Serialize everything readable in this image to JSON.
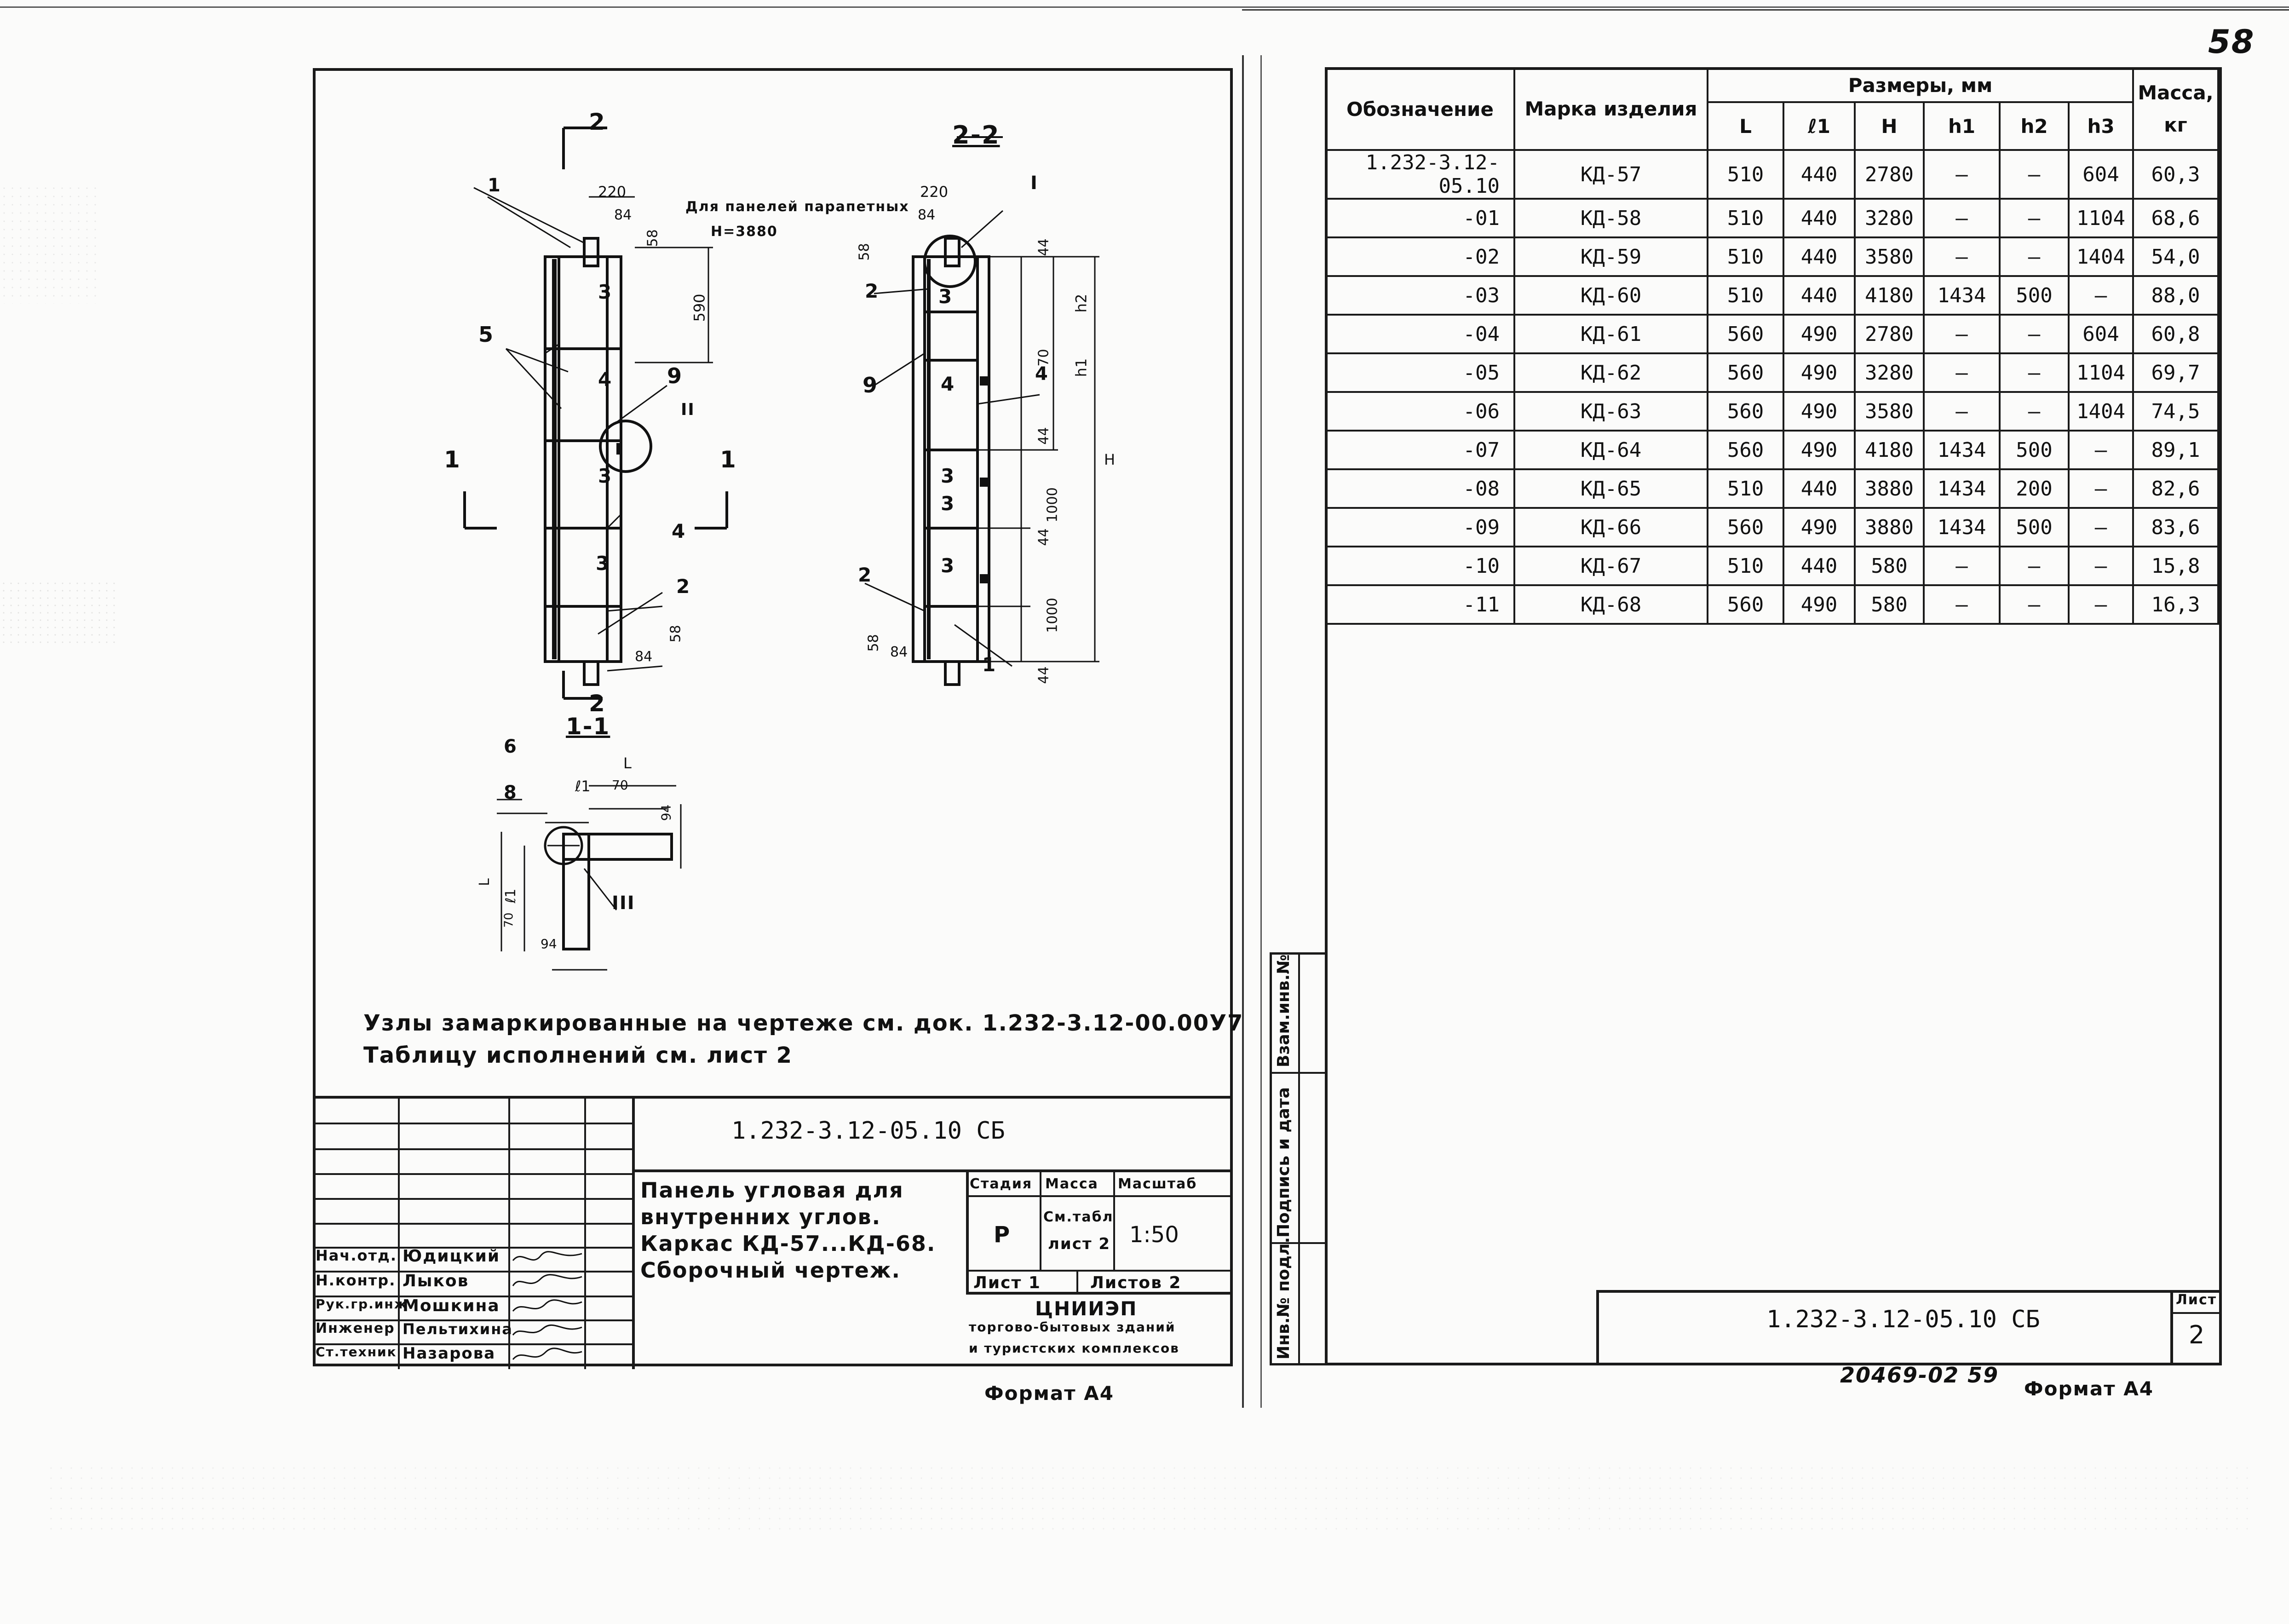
{
  "page_number_handwritten": "58",
  "left_sheet": {
    "section_markers": {
      "sec_2_top": "2",
      "sec_2_bottom": "2",
      "sec_1_left": "1",
      "sec_1_right": "1",
      "view_2_2": "2-2",
      "view_1_1": "1-1"
    },
    "note_parapet": "Для панелей парапетных",
    "note_h": "Н=3880",
    "dims_front": [
      "220",
      "84",
      "58",
      "590",
      "84",
      "58"
    ],
    "dims_side": [
      "220",
      "84",
      "58",
      "44",
      "h2",
      "70",
      "h1",
      "44",
      "1000",
      "44",
      "1000",
      "44",
      "58",
      "84",
      "Н"
    ],
    "dims_section": [
      "L",
      "ℓ1",
      "70",
      "94",
      "L",
      "ℓ1",
      "70",
      "94"
    ],
    "callouts_front": [
      "1",
      "5",
      "3",
      "4",
      "9",
      "II",
      "3",
      "4",
      "3",
      "2"
    ],
    "callouts_side": [
      "I",
      "2",
      "3",
      "9",
      "4",
      "4",
      "3",
      "3",
      "3",
      "2",
      "1"
    ],
    "callouts_section": [
      "6",
      "8",
      "III"
    ],
    "notes_line1": "Узлы замаркированные на чертеже см. док. 1.232-3.12-00.00У7",
    "notes_line2": "Таблицу исполнений см. лист 2",
    "title_block": {
      "doc_code": "1.232-3.12-05.10 СБ",
      "title_lines": [
        "Панель угловая для",
        "внутренних углов.",
        "Каркас КД-57...КД-68.",
        "Сборочный чертеж."
      ],
      "stage_label": "Стадия",
      "mass_label": "Масса",
      "scale_label": "Масштаб",
      "stage_value": "Р",
      "mass_value_1": "См.табл",
      "mass_value_2": "лист 2",
      "scale_value": "1:50",
      "sheet_label": "Лист 1",
      "sheets_label": "Листов 2",
      "org_1": "ЦНИИЭП",
      "org_2": "торгово-бытовых зданий",
      "org_3": "и туристских комплексов",
      "roles": [
        "Нач.отд.",
        "Н.контр.",
        "Рук.гр.инж",
        "Инженер",
        "Ст.техник"
      ],
      "names": [
        "Юдицкий",
        "Лыков",
        "Мошкина",
        "Пельтихина",
        "Назарова"
      ]
    },
    "format_label": "Формат А4"
  },
  "right_sheet": {
    "table": {
      "header_designation": "Обозначение",
      "header_mark": "Марка изделия",
      "header_dims": "Размеры, мм",
      "header_mass": "Масса, кг",
      "sub_headers": [
        "L",
        "ℓ1",
        "Н",
        "h1",
        "h2",
        "h3"
      ],
      "rows": [
        {
          "des": "1.232-3.12-05.10",
          "mark": "КД-57",
          "L": "510",
          "l1": "440",
          "H": "2780",
          "h1": "—",
          "h2": "—",
          "h3": "604",
          "mass": "60,3"
        },
        {
          "des": "-01",
          "mark": "КД-58",
          "L": "510",
          "l1": "440",
          "H": "3280",
          "h1": "—",
          "h2": "—",
          "h3": "1104",
          "mass": "68,6"
        },
        {
          "des": "-02",
          "mark": "КД-59",
          "L": "510",
          "l1": "440",
          "H": "3580",
          "h1": "—",
          "h2": "—",
          "h3": "1404",
          "mass": "54,0"
        },
        {
          "des": "-03",
          "mark": "КД-60",
          "L": "510",
          "l1": "440",
          "H": "4180",
          "h1": "1434",
          "h2": "500",
          "h3": "—",
          "mass": "88,0"
        },
        {
          "des": "-04",
          "mark": "КД-61",
          "L": "560",
          "l1": "490",
          "H": "2780",
          "h1": "—",
          "h2": "—",
          "h3": "604",
          "mass": "60,8"
        },
        {
          "des": "-05",
          "mark": "КД-62",
          "L": "560",
          "l1": "490",
          "H": "3280",
          "h1": "—",
          "h2": "—",
          "h3": "1104",
          "mass": "69,7"
        },
        {
          "des": "-06",
          "mark": "КД-63",
          "L": "560",
          "l1": "490",
          "H": "3580",
          "h1": "—",
          "h2": "—",
          "h3": "1404",
          "mass": "74,5"
        },
        {
          "des": "-07",
          "mark": "КД-64",
          "L": "560",
          "l1": "490",
          "H": "4180",
          "h1": "1434",
          "h2": "500",
          "h3": "—",
          "mass": "89,1"
        },
        {
          "des": "-08",
          "mark": "КД-65",
          "L": "510",
          "l1": "440",
          "H": "3880",
          "h1": "1434",
          "h2": "200",
          "h3": "—",
          "mass": "82,6"
        },
        {
          "des": "-09",
          "mark": "КД-66",
          "L": "560",
          "l1": "490",
          "H": "3880",
          "h1": "1434",
          "h2": "500",
          "h3": "—",
          "mass": "83,6"
        },
        {
          "des": "-10",
          "mark": "КД-67",
          "L": "510",
          "l1": "440",
          "H": "580",
          "h1": "—",
          "h2": "—",
          "h3": "—",
          "mass": "15,8"
        },
        {
          "des": "-11",
          "mark": "КД-68",
          "L": "560",
          "l1": "490",
          "H": "580",
          "h1": "—",
          "h2": "—",
          "h3": "—",
          "mass": "16,3"
        }
      ]
    },
    "side_stamp": [
      "Инв.№ подл.",
      "Подпись и дата",
      "Взам.инв.№"
    ],
    "doc_code": "1.232-3.12-05.10 СБ",
    "sheet_label": "Лист",
    "sheet_number": "2",
    "archive_number": "20469-02 59",
    "format_label": "Формат А4"
  }
}
